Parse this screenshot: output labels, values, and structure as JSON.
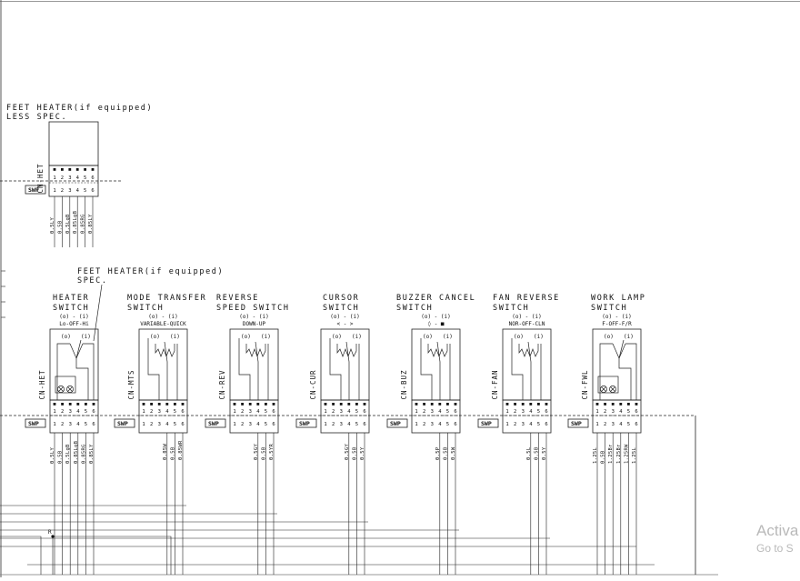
{
  "top_module": {
    "title_lines": [
      "FEET HEATER(if equipped)",
      "LESS SPEC."
    ],
    "connector": "CN-HET",
    "pins": [
      "1",
      "2",
      "3",
      "4",
      "5",
      "6"
    ],
    "swp": "SWP",
    "wires": [
      "0.5LY",
      "0.5B",
      "0.5LgB",
      "0.85LgB",
      "0.85RG",
      "0.85LY"
    ]
  },
  "callout": {
    "lines": [
      "FEET HEATER(if equipped)",
      "SPEC."
    ]
  },
  "switches": [
    {
      "id": "heater",
      "name_lines": [
        "HEATER",
        "SWITCH"
      ],
      "positions": "(o) - (i)",
      "mode": "Lo-OFF-Hi",
      "connector": "CN-HET",
      "symbol": "toggle",
      "lamps": 2,
      "swp": "SWP",
      "pins": [
        "1",
        "2",
        "3",
        "4",
        "5",
        "6"
      ],
      "wires": [
        "0.5LY",
        "0.5B",
        "0.5LgB",
        "0.85LgB",
        "0.85RG",
        "0.85LY"
      ]
    },
    {
      "id": "mode",
      "name_lines": [
        "MODE TRANSFER",
        "SWITCH"
      ],
      "positions": "(o) - (i)",
      "mode": "VARIABLE-QUICK",
      "connector": "CN-MTS",
      "symbol": "resistor",
      "lamps": 0,
      "swp": "SWP",
      "pins": [
        "1",
        "2",
        "3",
        "4",
        "5",
        "6"
      ],
      "wires": [
        "0.85W",
        "0.5B",
        "0.85WR"
      ]
    },
    {
      "id": "reverse",
      "name_lines": [
        "REVERSE",
        "SPEED SWITCH"
      ],
      "positions": "(o) - (i)",
      "mode": "DOWN-UP",
      "connector": "CN-REV",
      "symbol": "resistor",
      "lamps": 0,
      "swp": "SWP",
      "pins": [
        "1",
        "2",
        "3",
        "4",
        "5",
        "6"
      ],
      "wires": [
        "0.5GY",
        "0.5B",
        "0.5YR"
      ]
    },
    {
      "id": "cursor",
      "name_lines": [
        "CURSOR",
        "SWITCH"
      ],
      "positions": "(o) - (i)",
      "mode": "< - >",
      "connector": "CN-CUR",
      "symbol": "resistor",
      "lamps": 0,
      "swp": "SWP",
      "pins": [
        "1",
        "2",
        "3",
        "4",
        "5",
        "6"
      ],
      "wires": [
        "0.5GY",
        "0.5B",
        "0.5Y"
      ]
    },
    {
      "id": "buzzer",
      "name_lines": [
        "BUZZER CANCEL",
        "SWITCH"
      ],
      "positions": "(o) - (i)",
      "mode": "◊ - ■",
      "connector": "CN-BUZ",
      "symbol": "resistor",
      "lamps": 0,
      "swp": "SWP",
      "pins": [
        "1",
        "2",
        "3",
        "4",
        "5",
        "6"
      ],
      "wires": [
        "0.5P",
        "0.5B",
        "0.5W"
      ]
    },
    {
      "id": "fan",
      "name_lines": [
        "FAN REVERSE",
        "SWITCH"
      ],
      "positions": "(o) - (i)",
      "mode": "NOR-OFF-CLN",
      "connector": "CN-FAN",
      "symbol": "resistor",
      "lamps": 0,
      "swp": "SWP",
      "pins": [
        "1",
        "2",
        "3",
        "4",
        "5",
        "6"
      ],
      "wires": [
        "0.5L",
        "0.5B",
        "0.5Y"
      ]
    },
    {
      "id": "worklamp",
      "name_lines": [
        "WORK LAMP",
        "SWITCH"
      ],
      "positions": "(o) - (i)",
      "mode": "F-OFF-F/R",
      "connector": "CN-FWL",
      "symbol": "toggle",
      "lamps": 2,
      "swp": "SWP",
      "pins": [
        "1",
        "2",
        "3",
        "4",
        "5",
        "6"
      ],
      "wires": [
        "1.25L",
        "0.5B",
        "1.25Br",
        "1.25Br",
        "1.25RW",
        "1.25L"
      ]
    }
  ],
  "switch_glyphs": {
    "o": "(o)",
    "i": "(i)"
  },
  "node_label": "R",
  "watermark": {
    "line1": "Activa",
    "line2": "Go to S"
  }
}
